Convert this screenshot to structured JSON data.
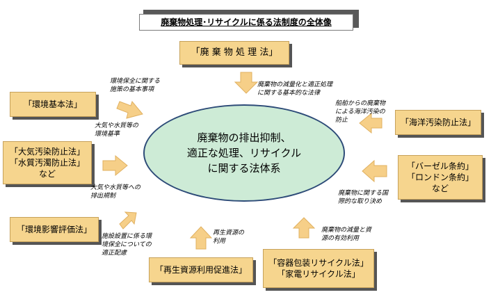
{
  "title": "廃棄物処理･リサイクルに係る法制度の全体像",
  "center": "廃棄物の排出抑制、\n適正な処理、リサイクル\nに関する法体系",
  "boxes": {
    "waste_law": "「廃 棄 物 処 理 法」",
    "env_basic_law": "「環境基本法」",
    "pollution_laws": "「大気汚染防止法」\n「水質汚濁防止法」\nなど",
    "eia_law": "「環境影響評価法」",
    "recycle_promo_law": "「再生資源利用促進法」",
    "container_appliance_law": "「容器包装リサイクル法」\n「家電リサイクル法」",
    "basel_london": "「バーゼル条約」\n「ロンドン条約」\nなど",
    "marine_law": "「海洋汚染防止法」"
  },
  "notes": {
    "waste_law_note": "廃棄物の減量化と適正処理\nに関する基本的な法律",
    "env_basic_note": "環境保全に関する\n施策の基本事項",
    "env_standards_note": "大気や水質等の\n環境基準",
    "emission_reg_note": "大気や水質等への\n排出規制",
    "facility_note": "施設設置に係る環\n境保全についての\n適正配慮",
    "recycle_use_note": "再生資源の\n利用",
    "reduce_use_note": "廃棄物の減量と資\n源の有効利用",
    "intl_note": "廃棄物に関する国\n際的な取り決め",
    "marine_note": "船舶からの廃棄物\nによる海洋汚染の\n防止"
  }
}
